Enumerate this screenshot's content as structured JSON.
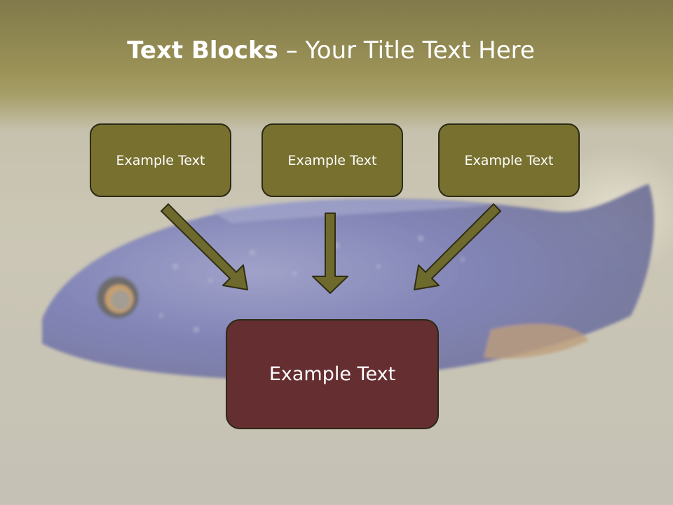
{
  "title": {
    "bold_part": "Text Blocks",
    "separator": " – ",
    "regular_part": "Your Title Text Here"
  },
  "blocks": [
    {
      "label": "Example Text"
    },
    {
      "label": "Example Text"
    },
    {
      "label": "Example Text"
    }
  ],
  "target_block": {
    "label": "Example Text"
  },
  "colors": {
    "header_band": "#7d7434",
    "small_box_fill": "#78702f",
    "big_box_fill": "#652e31",
    "arrow_fill": "#6e6a2e",
    "box_border": "#2b2a14"
  },
  "background": {
    "image_subject": "blue cichlid fish"
  }
}
